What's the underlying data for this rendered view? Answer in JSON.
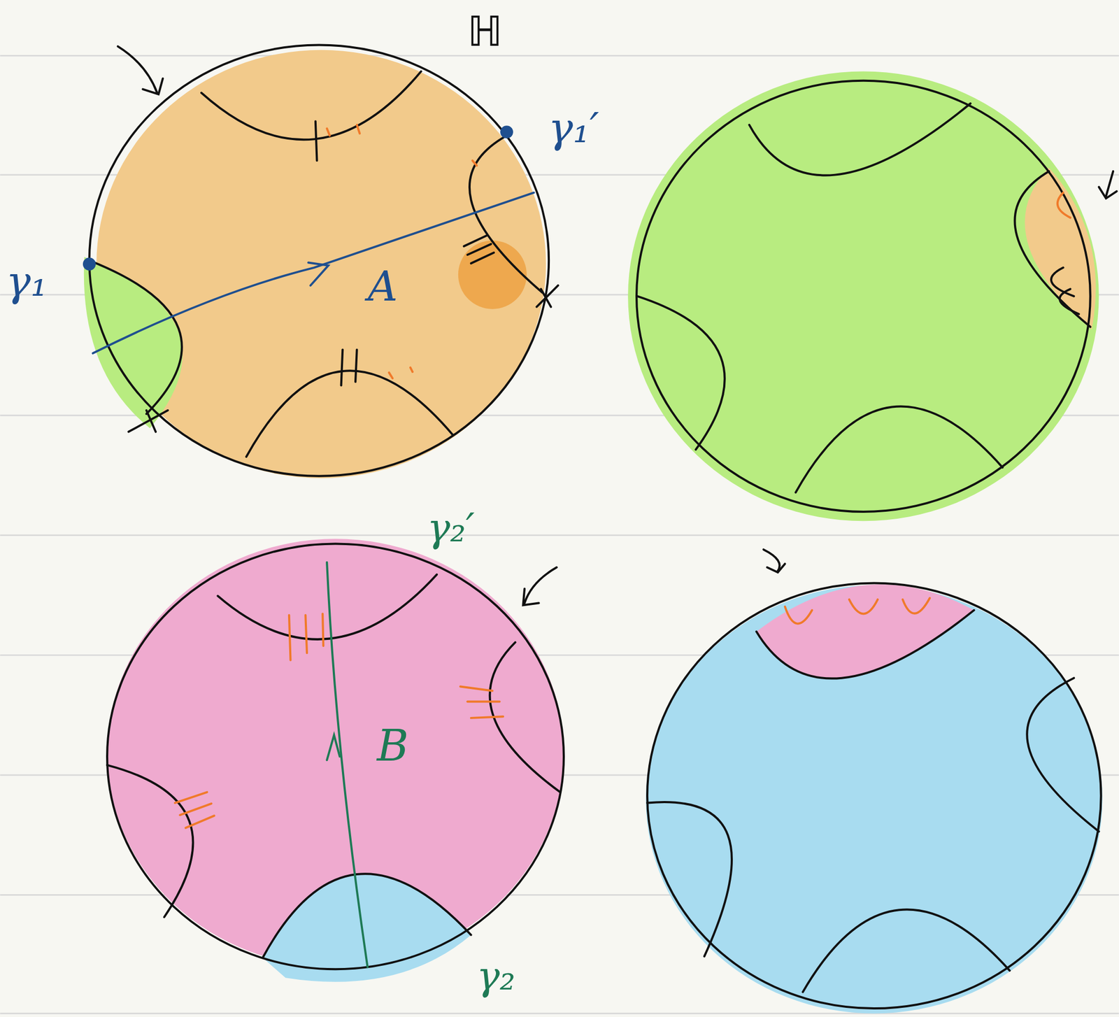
{
  "diagram": {
    "labels": [
      "ℍ",
      "γ₁",
      "γ₁′",
      "A",
      "γ₂′",
      "B",
      "γ₂"
    ]
  }
}
